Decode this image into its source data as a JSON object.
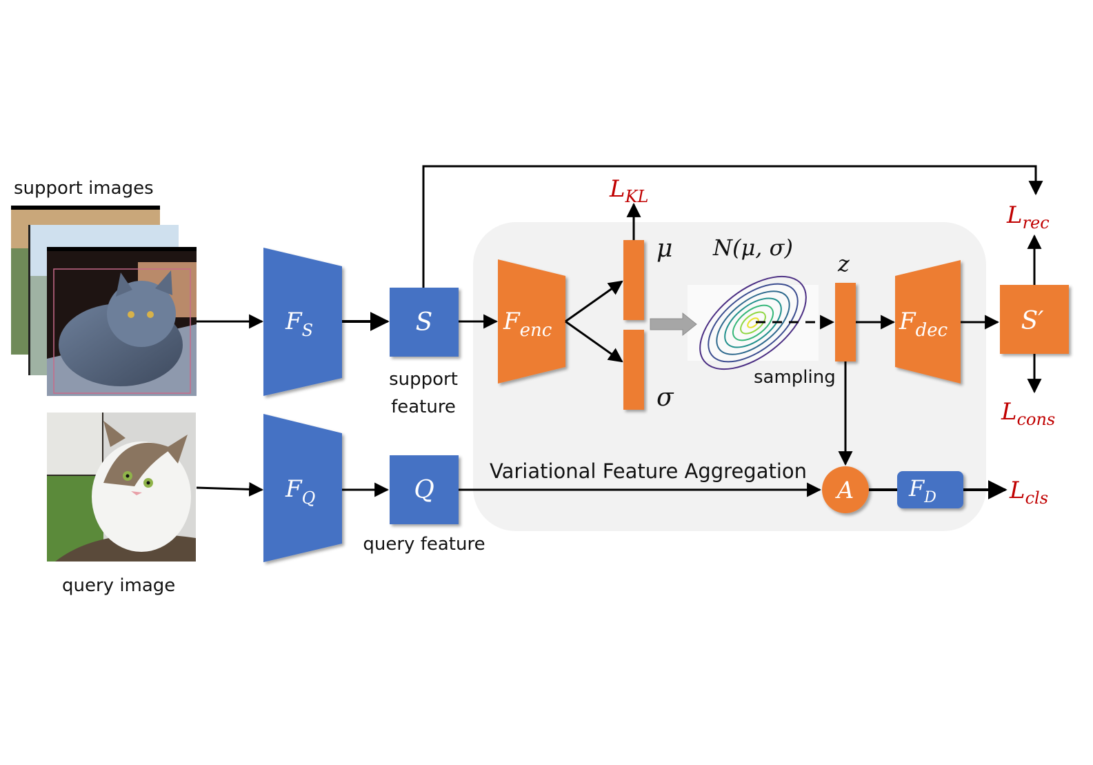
{
  "colors": {
    "blue_block": "#4472c4",
    "orange_block": "#ed7d31",
    "loss_red": "#c00000",
    "panel_gray": "#f2f2f2",
    "arrow": "#000000"
  },
  "labels": {
    "support_images": "support images",
    "query_image": "query image",
    "support_feature_line1": "support",
    "support_feature_line2": "feature",
    "query_feature": "query feature",
    "vfa_title": "Variational Feature Aggregation",
    "sampling": "sampling"
  },
  "blocks": {
    "fs": {
      "base": "F",
      "sub": "S"
    },
    "fq": {
      "base": "F",
      "sub": "Q"
    },
    "s": "S",
    "q": "Q",
    "fenc": {
      "base": "F",
      "sub": "enc"
    },
    "fdec": {
      "base": "F",
      "sub": "dec"
    },
    "s_prime": "S′",
    "fd": {
      "base": "F",
      "sub": "D"
    },
    "aggregator": "A"
  },
  "symbols": {
    "mu": "μ",
    "sigma": "σ",
    "z": "z",
    "normal_dist": "N(μ, σ)"
  },
  "losses": {
    "kl": {
      "base": "L",
      "sub": "KL"
    },
    "rec": {
      "base": "L",
      "sub": "rec"
    },
    "cons": {
      "base": "L",
      "sub": "cons"
    },
    "cls": {
      "base": "L",
      "sub": "cls"
    }
  },
  "icons": [
    "cat-photo-icon",
    "gaussian-contour-icon"
  ]
}
